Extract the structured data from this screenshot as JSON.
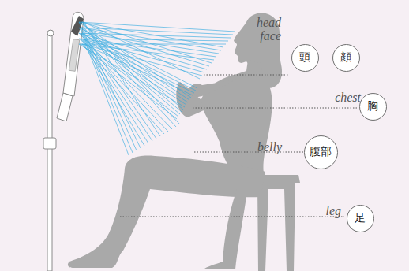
{
  "diagram": {
    "nodes": [
      {
        "text": [
          "頭"
        ]
      },
      {
        "text": [
          "顔"
        ]
      },
      {
        "text": [
          "胸"
        ]
      },
      {
        "text": [
          "腹部"
        ]
      },
      {
        "text": [
          "足"
        ]
      }
    ],
    "labels": [
      "head face",
      "chest",
      "belly",
      "leg"
    ]
  }
}
